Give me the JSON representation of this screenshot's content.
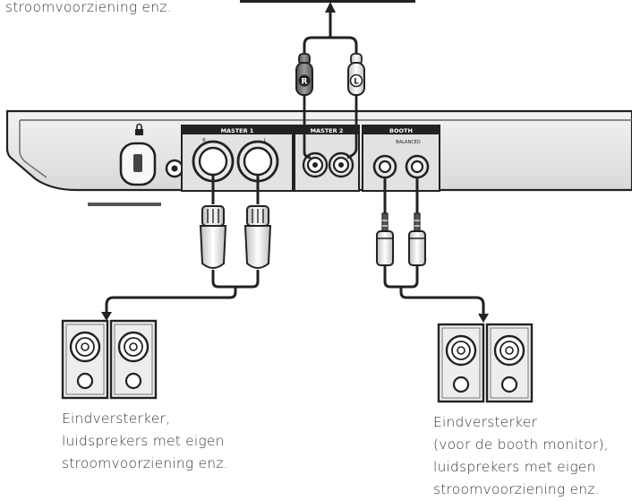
{
  "captions": {
    "top": "stroomvoorziening enz.",
    "left": [
      "Eindversterker,",
      "luidsprekers met eigen",
      "stroomvoorziening enz."
    ],
    "right": [
      "Eindversterker",
      "(voor de booth monitor),",
      "luidsprekers met eigen",
      "stroomvoorziening enz."
    ]
  },
  "panel": {
    "master1": "MASTER 1",
    "master2": "MASTER 2",
    "booth": "BOOTH",
    "balanced": "BALANCED",
    "r": "R",
    "l": "L"
  },
  "plugs": {
    "rca_right": "R",
    "rca_left": "L"
  },
  "colors": {
    "line": "#222222",
    "panel_bg": "#e6e6e6",
    "label_bg": "#222222"
  }
}
